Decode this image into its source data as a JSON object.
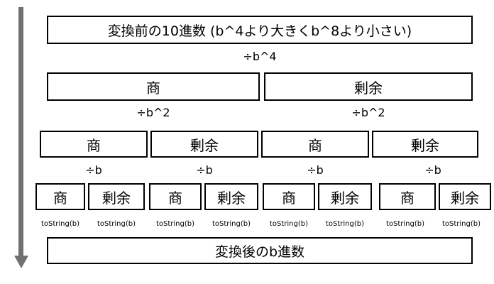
{
  "top_box": "変換前の10進数 (b^4より大きくb^8より小さい)",
  "bottom_box": "変換後のb進数",
  "div_b4": "÷b^4",
  "div_b2": "÷b^2",
  "div_b": "÷b",
  "quotient": "商",
  "remainder": "剰余",
  "to_string": "toString(b)"
}
